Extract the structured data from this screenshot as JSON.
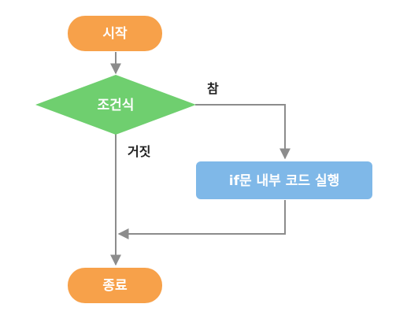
{
  "nodes": {
    "start": {
      "label": "시작",
      "shape": "rounded-pill"
    },
    "condition": {
      "label": "조건식",
      "shape": "diamond"
    },
    "body": {
      "label": "if문 내부 코드 실행",
      "shape": "rounded-rect"
    },
    "end": {
      "label": "종료",
      "shape": "rounded-pill"
    }
  },
  "edges": {
    "true_label": "참",
    "false_label": "거짓"
  },
  "colors": {
    "terminal": "#f7a14a",
    "condition": "#6fcf6f",
    "process": "#7fb8e8",
    "arrow": "#8c8c8c"
  }
}
